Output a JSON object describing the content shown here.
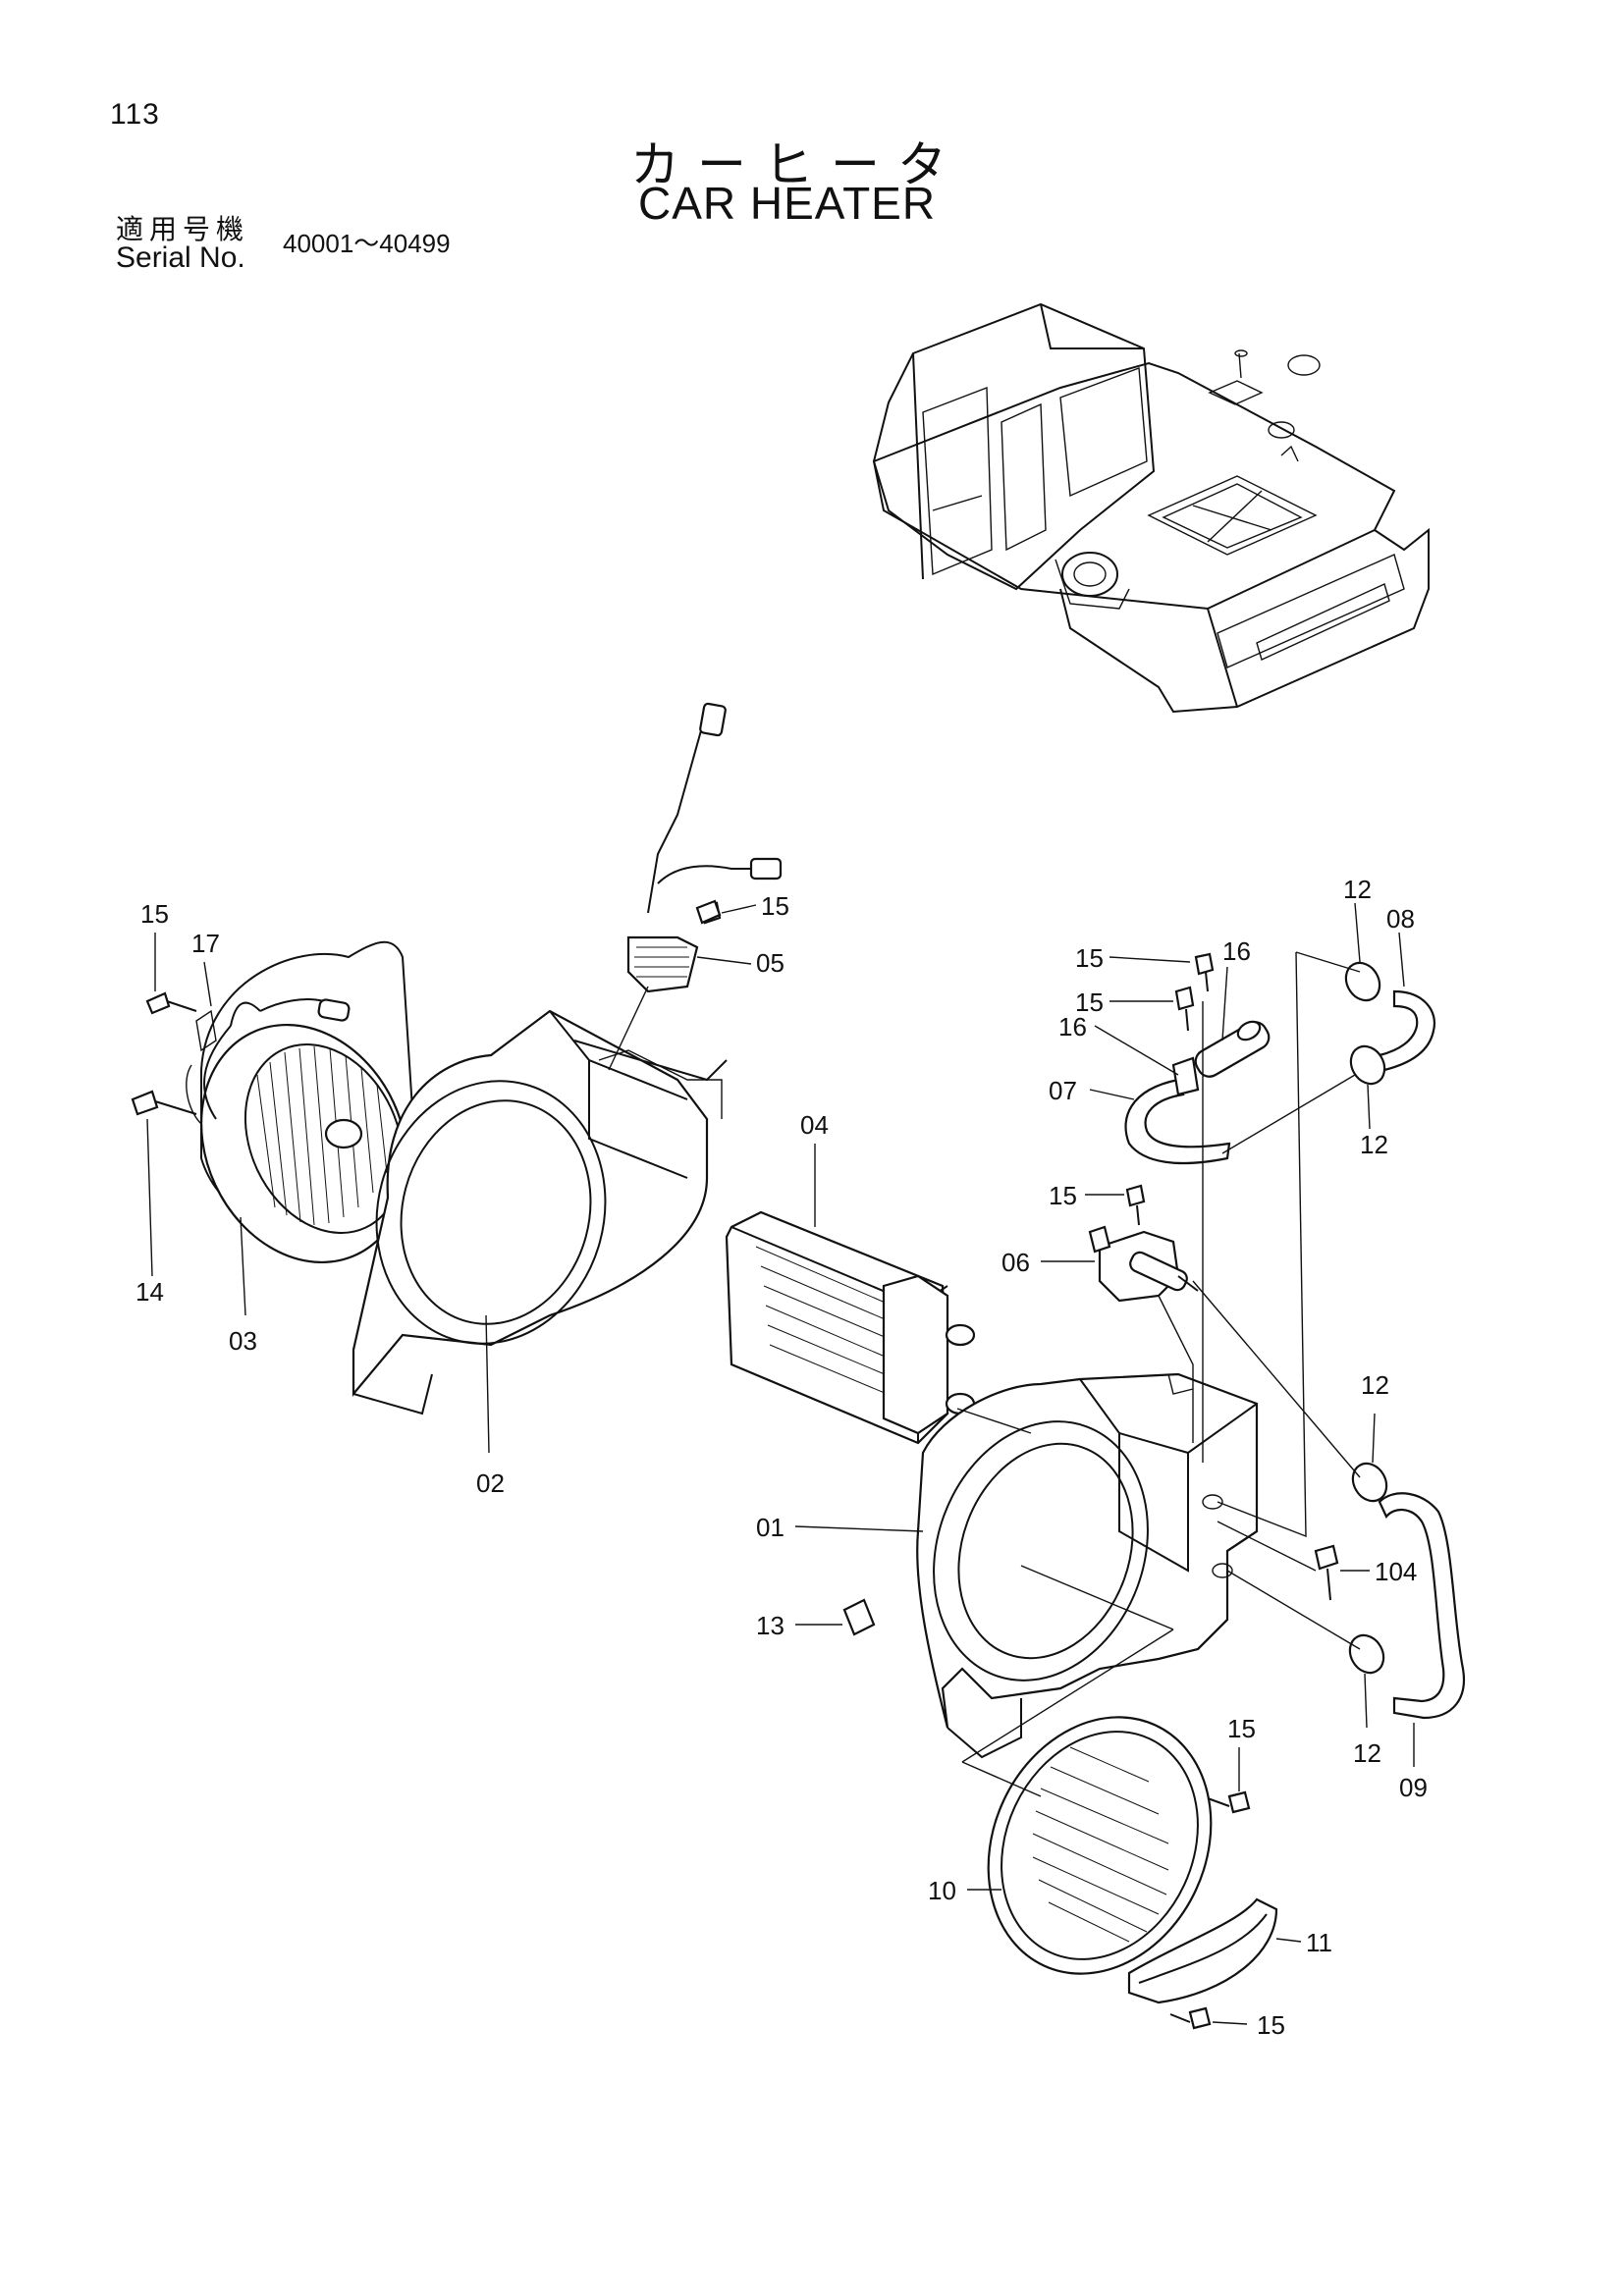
{
  "page": {
    "number": "113",
    "title_jp": "カーヒータ",
    "title_en": "CAR HEATER",
    "serial_label_jp": "適用号機",
    "serial_label_en": "Serial No.",
    "serial_range": "40001～40499"
  },
  "callouts": [
    {
      "id": "c-15-a",
      "label": "15"
    },
    {
      "id": "c-17",
      "label": "17"
    },
    {
      "id": "c-14",
      "label": "14"
    },
    {
      "id": "c-03",
      "label": "03"
    },
    {
      "id": "c-02",
      "label": "02"
    },
    {
      "id": "c-15-b",
      "label": "15"
    },
    {
      "id": "c-05",
      "label": "05"
    },
    {
      "id": "c-04",
      "label": "04"
    },
    {
      "id": "c-01",
      "label": "01"
    },
    {
      "id": "c-13",
      "label": "13"
    },
    {
      "id": "c-15-c",
      "label": "15"
    },
    {
      "id": "c-15-d",
      "label": "15"
    },
    {
      "id": "c-16-a",
      "label": "16"
    },
    {
      "id": "c-16-b",
      "label": "16"
    },
    {
      "id": "c-07",
      "label": "07"
    },
    {
      "id": "c-15-e",
      "label": "15"
    },
    {
      "id": "c-06",
      "label": "06"
    },
    {
      "id": "c-12-a",
      "label": "12"
    },
    {
      "id": "c-08",
      "label": "08"
    },
    {
      "id": "c-12-b",
      "label": "12"
    },
    {
      "id": "c-12-c",
      "label": "12"
    },
    {
      "id": "c-104",
      "label": "104"
    },
    {
      "id": "c-12-d",
      "label": "12"
    },
    {
      "id": "c-09",
      "label": "09"
    },
    {
      "id": "c-15-f",
      "label": "15"
    },
    {
      "id": "c-10",
      "label": "10"
    },
    {
      "id": "c-11",
      "label": "11"
    },
    {
      "id": "c-15-g",
      "label": "15"
    }
  ]
}
